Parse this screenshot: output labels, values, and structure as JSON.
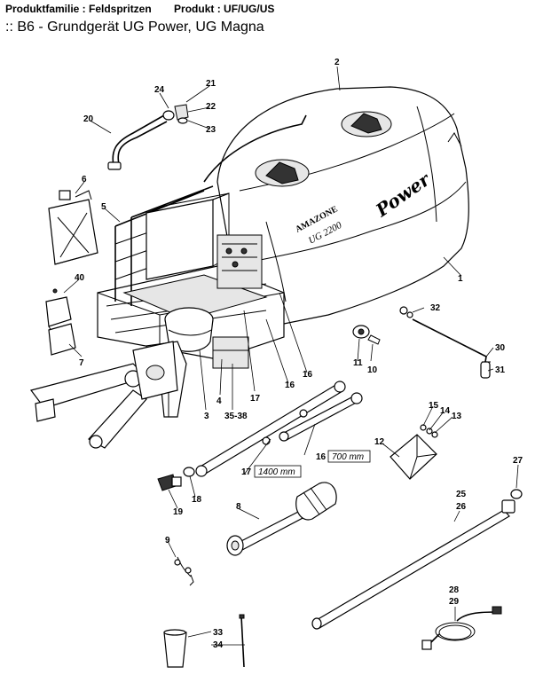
{
  "header": {
    "family_label": "Produktfamilie : Feldspritzen",
    "product_label": "Produkt : UF/UG/US"
  },
  "subtitle": ":: B6 - Grundgerät UG Power, UG Magna",
  "tank": {
    "brand_text": "AMAZONE",
    "model_text": "UG 2200",
    "power_text": "Power"
  },
  "dimensions": {
    "hose_17": "1400 mm",
    "hose_16": "700 mm"
  },
  "labels": [
    {
      "id": "1",
      "text": "1"
    },
    {
      "id": "2",
      "text": "2"
    },
    {
      "id": "3",
      "text": "3"
    },
    {
      "id": "4",
      "text": "4"
    },
    {
      "id": "5",
      "text": "5"
    },
    {
      "id": "6",
      "text": "6"
    },
    {
      "id": "7",
      "text": "7"
    },
    {
      "id": "8",
      "text": "8"
    },
    {
      "id": "9",
      "text": "9"
    },
    {
      "id": "10",
      "text": "10"
    },
    {
      "id": "11",
      "text": "11"
    },
    {
      "id": "12",
      "text": "12"
    },
    {
      "id": "13",
      "text": "13"
    },
    {
      "id": "14",
      "text": "14"
    },
    {
      "id": "15",
      "text": "15"
    },
    {
      "id": "16a",
      "text": "16"
    },
    {
      "id": "16b",
      "text": "16"
    },
    {
      "id": "16c",
      "text": "16"
    },
    {
      "id": "17a",
      "text": "17"
    },
    {
      "id": "17b",
      "text": "17"
    },
    {
      "id": "18",
      "text": "18"
    },
    {
      "id": "19",
      "text": "19"
    },
    {
      "id": "20",
      "text": "20"
    },
    {
      "id": "21",
      "text": "21"
    },
    {
      "id": "22",
      "text": "22"
    },
    {
      "id": "23",
      "text": "23"
    },
    {
      "id": "24",
      "text": "24"
    },
    {
      "id": "25",
      "text": "25"
    },
    {
      "id": "26",
      "text": "26"
    },
    {
      "id": "27",
      "text": "27"
    },
    {
      "id": "28",
      "text": "28"
    },
    {
      "id": "29",
      "text": "29"
    },
    {
      "id": "30",
      "text": "30"
    },
    {
      "id": "31",
      "text": "31"
    },
    {
      "id": "32",
      "text": "32"
    },
    {
      "id": "33",
      "text": "33"
    },
    {
      "id": "34",
      "text": "34"
    },
    {
      "id": "35-38",
      "text": "35-38"
    },
    {
      "id": "40",
      "text": "40"
    }
  ]
}
